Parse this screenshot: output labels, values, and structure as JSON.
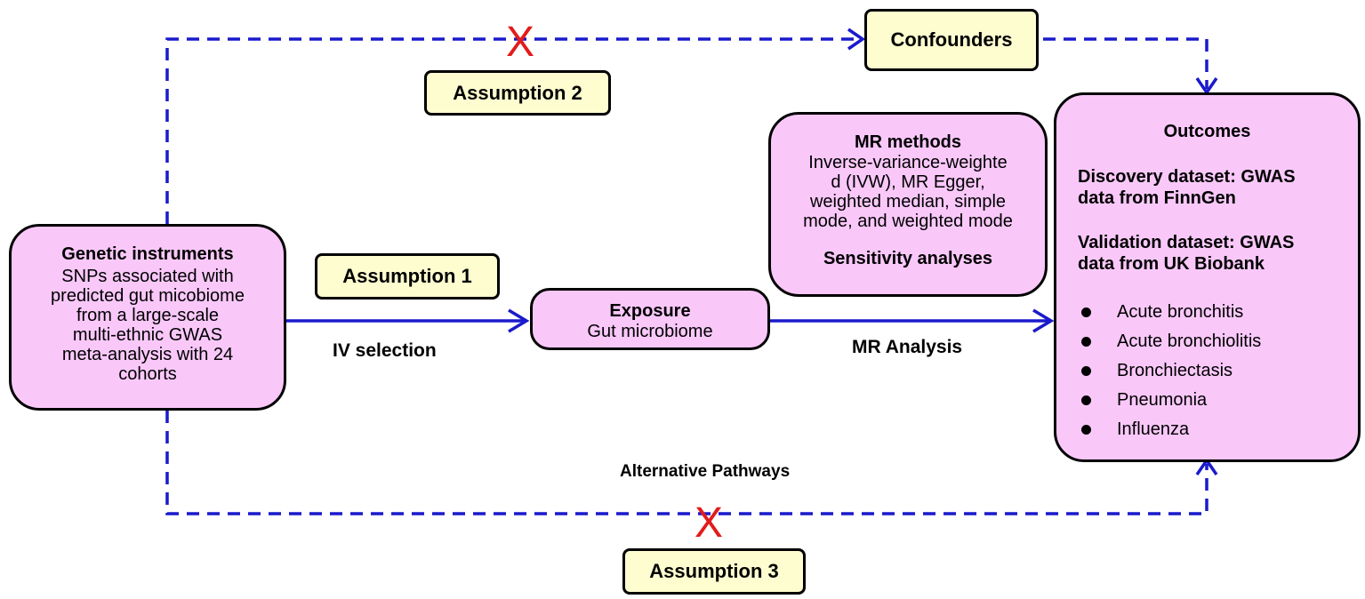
{
  "colors": {
    "arrow": "#1a1acc",
    "cross": "#e21b1b",
    "box_pink": "#f9c8f9",
    "box_yellow": "#fefdd0"
  },
  "cross_mark": "X",
  "genetic_instruments": {
    "title": "Genetic instruments",
    "lines": [
      "SNPs associated with",
      "predicted gut micobiome",
      "from a large-scale",
      "multi-ethnic GWAS",
      "meta-analysis with 24",
      "cohorts"
    ]
  },
  "exposure": {
    "title": "Exposure",
    "subtitle": "Gut microbiome"
  },
  "mr_methods": {
    "title": "MR methods",
    "lines": [
      "Inverse-variance-weighte",
      "d (IVW), MR Egger,",
      "weighted median, simple",
      "mode, and weighted mode"
    ],
    "footer": "Sensitivity analyses"
  },
  "outcomes": {
    "title": "Outcomes",
    "discovery": [
      "Discovery dataset: GWAS",
      "data from FinnGen"
    ],
    "validation": [
      "Validation dataset: GWAS",
      "data from UK Biobank"
    ],
    "items": [
      "Acute bronchitis",
      "Acute bronchiolitis",
      "Bronchiectasis",
      "Pneumonia",
      "Influenza"
    ]
  },
  "confounders": "Confounders",
  "assumption1": "Assumption 1",
  "assumption2": "Assumption 2",
  "assumption3": "Assumption 3",
  "iv_selection": "IV selection",
  "mr_analysis": "MR Analysis",
  "alternative_pathways": "Alternative Pathways"
}
